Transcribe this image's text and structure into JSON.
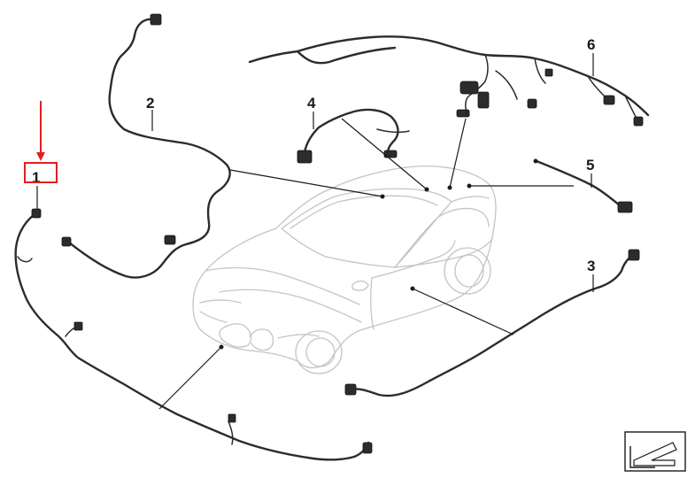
{
  "diagram": {
    "callouts": [
      {
        "id": "1",
        "label": "1"
      },
      {
        "id": "2",
        "label": "2"
      },
      {
        "id": "3",
        "label": "3"
      },
      {
        "id": "4",
        "label": "4"
      },
      {
        "id": "5",
        "label": "5"
      },
      {
        "id": "6",
        "label": "6"
      }
    ],
    "highlight": {
      "target": "1",
      "box_color": "#e02020",
      "arrow_color": "#e02020"
    },
    "corner_icon": {
      "name": "direction-arrow-icon"
    },
    "colors": {
      "harness": "#2c2c2c",
      "car_outline": "#c4c4c4",
      "leader": "#1a1a1a"
    }
  }
}
